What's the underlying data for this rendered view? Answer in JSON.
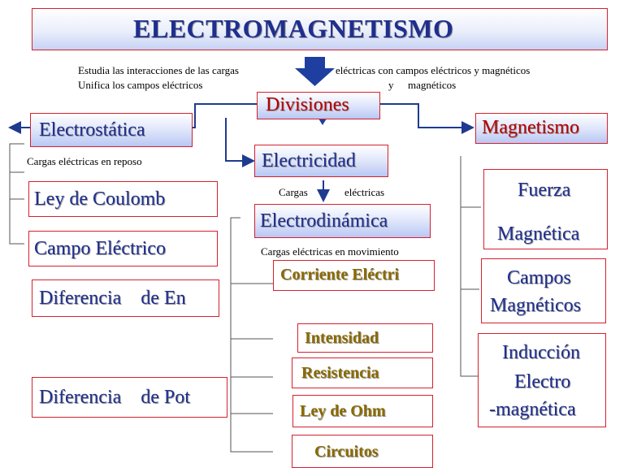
{
  "title": "ELECTROMAGNETISMO",
  "intro": {
    "line1a": "Estudia las interacciones de las cargas",
    "line1b": "eléctricas con campos eléctricos y magnéticos",
    "line2a": "Unifica los campos eléctricos",
    "line2b": "y",
    "line2c": "magnéticos"
  },
  "divisiones": "Divisiones",
  "electrostatica": {
    "label": "Electrostática",
    "caption": "Cargas eléctricas en reposo",
    "items": [
      "Ley de Coulomb",
      "Campo Eléctrico",
      "Diferencia    de En",
      "Diferencia    de Pot"
    ]
  },
  "electricidad": {
    "label": "Electricidad",
    "caption_a": "Cargas",
    "caption_b": "eléctricas"
  },
  "electrodinamica": {
    "label": "Electrodinámica",
    "caption": "Cargas eléctricas en movimiento",
    "items": [
      "Corriente Eléctri",
      "Intensidad",
      "Resistencia",
      "Ley de Ohm",
      "Circuitos"
    ]
  },
  "magnetismo": {
    "label": "Magnetismo",
    "items": [
      {
        "line1": "Fuerza",
        "line2": "Magnética"
      },
      {
        "line1": "Campos",
        "line2": "Magnéticos"
      },
      {
        "line1": "Inducción",
        "line2": "Electro",
        "line3": "-magnética"
      }
    ]
  },
  "colors": {
    "border_red": "#d4212f",
    "connector_blue": "#1f3b8f",
    "arrow_blue": "#1f3fa0",
    "title_blue": "#1f2f8f",
    "label_red": "#b40000"
  }
}
